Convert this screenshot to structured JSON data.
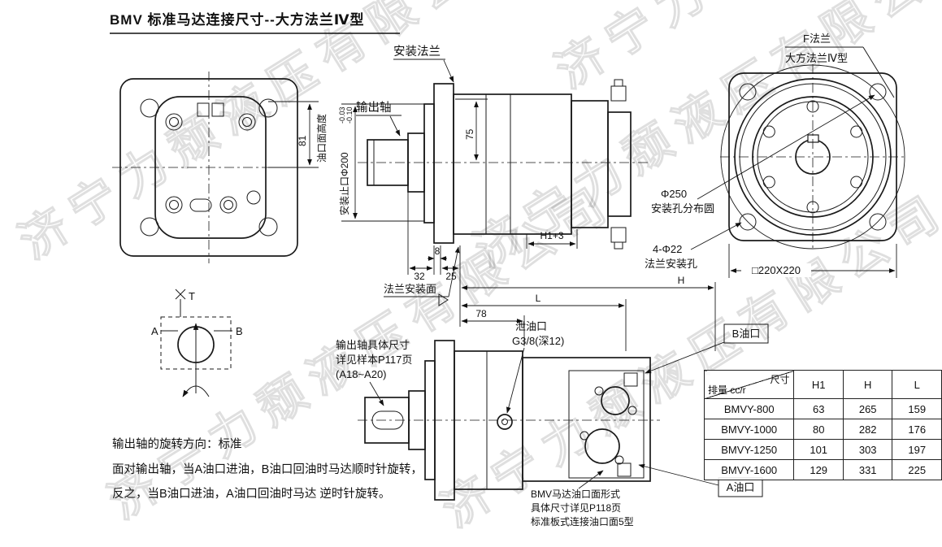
{
  "title": "BMV 标准马达连接尺寸--大方法兰Ⅳ型",
  "watermark": "济宁力颓液压有限公司",
  "front_view": {
    "dim_height": "81",
    "dim_height_label": "油口面高度"
  },
  "side_view_top": {
    "label_install_flange": "安装法兰",
    "label_output_shaft": "输出轴",
    "label_spigot": "安装止口Φ200",
    "spigot_tol_upper": "-0.03",
    "spigot_tol_lower": "-0.10",
    "dim_75": "75",
    "dim_h1_plus_3": "H1+3",
    "dim_32": "32",
    "dim_8": "8",
    "dim_25": "25",
    "label_flange_face": "法兰安装面",
    "dim_H": "H",
    "dim_L": "L",
    "dim_78": "78"
  },
  "flange_view": {
    "label_f_flange": "F法兰",
    "label_f_flange_type": "大方法兰Ⅳ型",
    "label_bolt_circle": "Φ250",
    "label_bolt_circle2": "安装孔分布圆",
    "label_corner_holes": "4-Φ22",
    "label_corner_holes2": "法兰安装孔",
    "dim_square": "□220X220"
  },
  "side_view_bottom": {
    "shaft_note_line1": "输出轴具体尺寸",
    "shaft_note_line2": "详见样本P117页",
    "shaft_note_line3": "(A18~A20)",
    "label_drain_port": "泄油口",
    "label_drain_spec": "G3/8(深12)",
    "label_port_b": "B油口",
    "label_port_a": "A油口",
    "port_note_line1": "BMV马达油口面形式",
    "port_note_line2": "具体尺寸详见P118页",
    "port_note_line3": "标准板式连接油口面5型"
  },
  "schematic": {
    "label_t": "T",
    "label_a": "A",
    "label_b": "B"
  },
  "rotation_notes": {
    "line1": "输出轴的旋转方向：标准",
    "line2": "面对输出轴，当A油口进油，B油口回油时马达顺时针旋转，",
    "line3": "反之，当B油口进油，A油口回油时马达 逆时针旋转。"
  },
  "table": {
    "header_dim": "尺寸",
    "header_displacement": "排量 cc/r",
    "col_h1": "H1",
    "col_h": "H",
    "col_l": "L",
    "rows": [
      {
        "model": "BMVY-800",
        "h1": "63",
        "h": "265",
        "l": "159"
      },
      {
        "model": "BMVY-1000",
        "h1": "80",
        "h": "282",
        "l": "176"
      },
      {
        "model": "BMVY-1250",
        "h1": "101",
        "h": "303",
        "l": "197"
      },
      {
        "model": "BMVY-1600",
        "h1": "129",
        "h": "331",
        "l": "225"
      }
    ]
  }
}
